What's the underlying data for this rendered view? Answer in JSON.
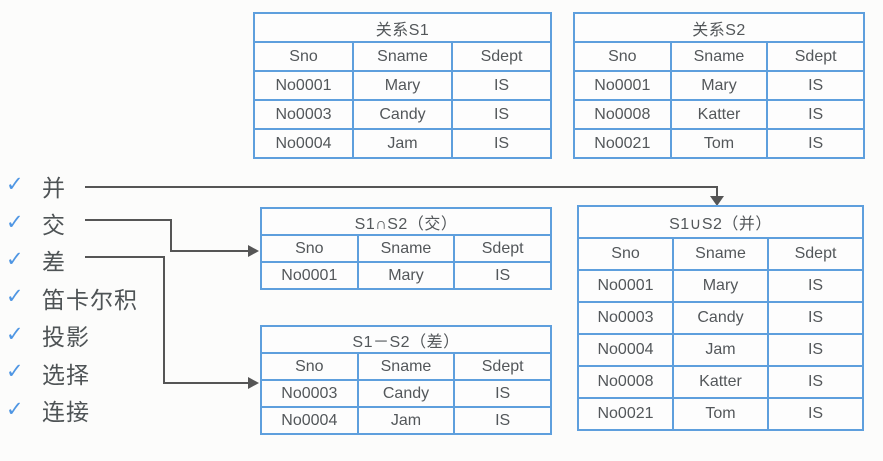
{
  "colors": {
    "table_border": "#5e9fdd",
    "text": "#53575a",
    "check": "#4f96e3",
    "connector": "#555555"
  },
  "check_glyph": "✓",
  "operations": [
    {
      "label": "并"
    },
    {
      "label": "交"
    },
    {
      "label": "差"
    },
    {
      "label": "笛卡尔积"
    },
    {
      "label": "投影"
    },
    {
      "label": "选择"
    },
    {
      "label": "连接"
    }
  ],
  "tables": {
    "s1": {
      "title": "关系S1",
      "headers": [
        "Sno",
        "Sname",
        "Sdept"
      ],
      "rows": [
        [
          "No0001",
          "Mary",
          "IS"
        ],
        [
          "No0003",
          "Candy",
          "IS"
        ],
        [
          "No0004",
          "Jam",
          "IS"
        ]
      ]
    },
    "s2": {
      "title": "关系S2",
      "headers": [
        "Sno",
        "Sname",
        "Sdept"
      ],
      "rows": [
        [
          "No0001",
          "Mary",
          "IS"
        ],
        [
          "No0008",
          "Katter",
          "IS"
        ],
        [
          "No0021",
          "Tom",
          "IS"
        ]
      ]
    },
    "intersection": {
      "title": "S1∩S2（交）",
      "headers": [
        "Sno",
        "Sname",
        "Sdept"
      ],
      "rows": [
        [
          "No0001",
          "Mary",
          "IS"
        ]
      ]
    },
    "difference": {
      "title": "S1－S2（差）",
      "headers": [
        "Sno",
        "Sname",
        "Sdept"
      ],
      "rows": [
        [
          "No0003",
          "Candy",
          "IS"
        ],
        [
          "No0004",
          "Jam",
          "IS"
        ]
      ]
    },
    "union": {
      "title": "S1∪S2（并）",
      "headers": [
        "Sno",
        "Sname",
        "Sdept"
      ],
      "rows": [
        [
          "No0001",
          "Mary",
          "IS"
        ],
        [
          "No0003",
          "Candy",
          "IS"
        ],
        [
          "No0004",
          "Jam",
          "IS"
        ],
        [
          "No0008",
          "Katter",
          "IS"
        ],
        [
          "No0021",
          "Tom",
          "IS"
        ]
      ]
    }
  }
}
